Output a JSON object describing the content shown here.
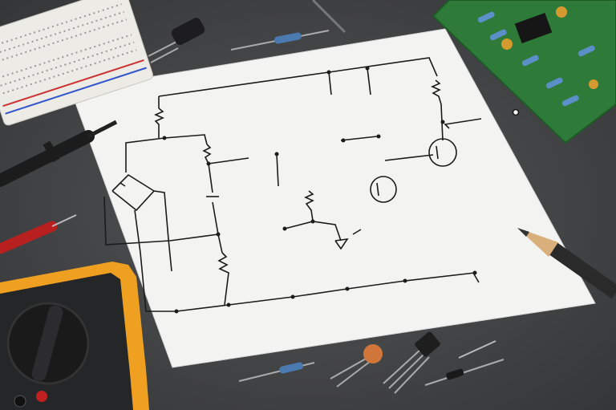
{
  "scene": {
    "subject": "circuit-schematic-on-paper",
    "colors": {
      "desk": "#444547",
      "paper": "#f4f4f4",
      "ink": "#1a1a1a",
      "pcb": "#2f7a3a",
      "multimeter": "#f0a020",
      "probe_red": "#c02020",
      "pencil": "#2a2a2a"
    },
    "objects": [
      "breadboard",
      "capacitor",
      "resistor",
      "pcb-board",
      "multimeter",
      "black-probe",
      "red-probe",
      "pencil",
      "ceramic-capacitor",
      "transistor",
      "diode"
    ]
  }
}
